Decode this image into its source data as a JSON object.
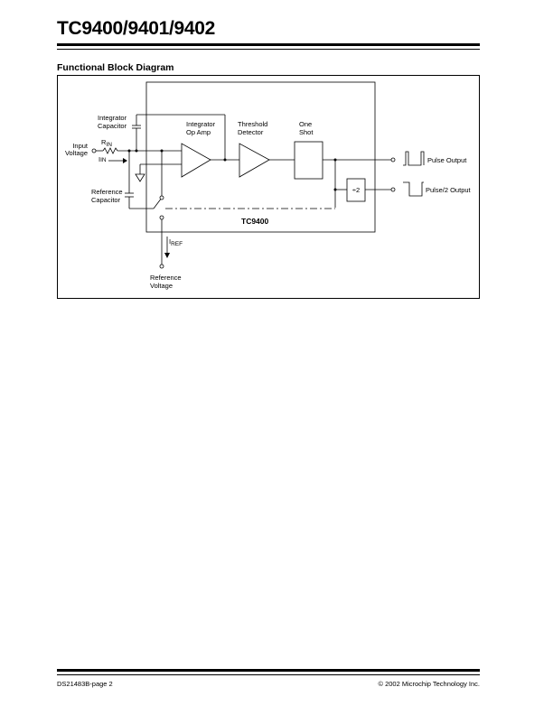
{
  "header": {
    "title": "TC9400/9401/9402"
  },
  "section": {
    "heading": "Functional Block Diagram"
  },
  "diagram": {
    "labels": {
      "integrator_capacitor_1": "Integrator",
      "integrator_capacitor_2": "Capacitor",
      "input_voltage_1": "Input",
      "input_voltage_2": "Voltage",
      "rin_main": "R",
      "rin_sub": "IN",
      "iin_main": "I",
      "iin_sub": "IN",
      "reference_capacitor_1": "Reference",
      "reference_capacitor_2": "Capacitor",
      "integrator_opamp_1": "Integrator",
      "integrator_opamp_2": "Op Amp",
      "threshold_detector_1": "Threshold",
      "threshold_detector_2": "Detector",
      "one_shot_1": "One",
      "one_shot_2": "Shot",
      "divider": "÷2",
      "chip_name": "TC9400",
      "pulse_output": "Pulse Output",
      "pulse2_output": "Pulse/2 Output",
      "iref_main": "I",
      "iref_sub": "REF",
      "reference_voltage_1": "Reference",
      "reference_voltage_2": "Voltage"
    }
  },
  "footer": {
    "left": "DS21483B-page 2",
    "right": "© 2002 Microchip Technology Inc."
  }
}
